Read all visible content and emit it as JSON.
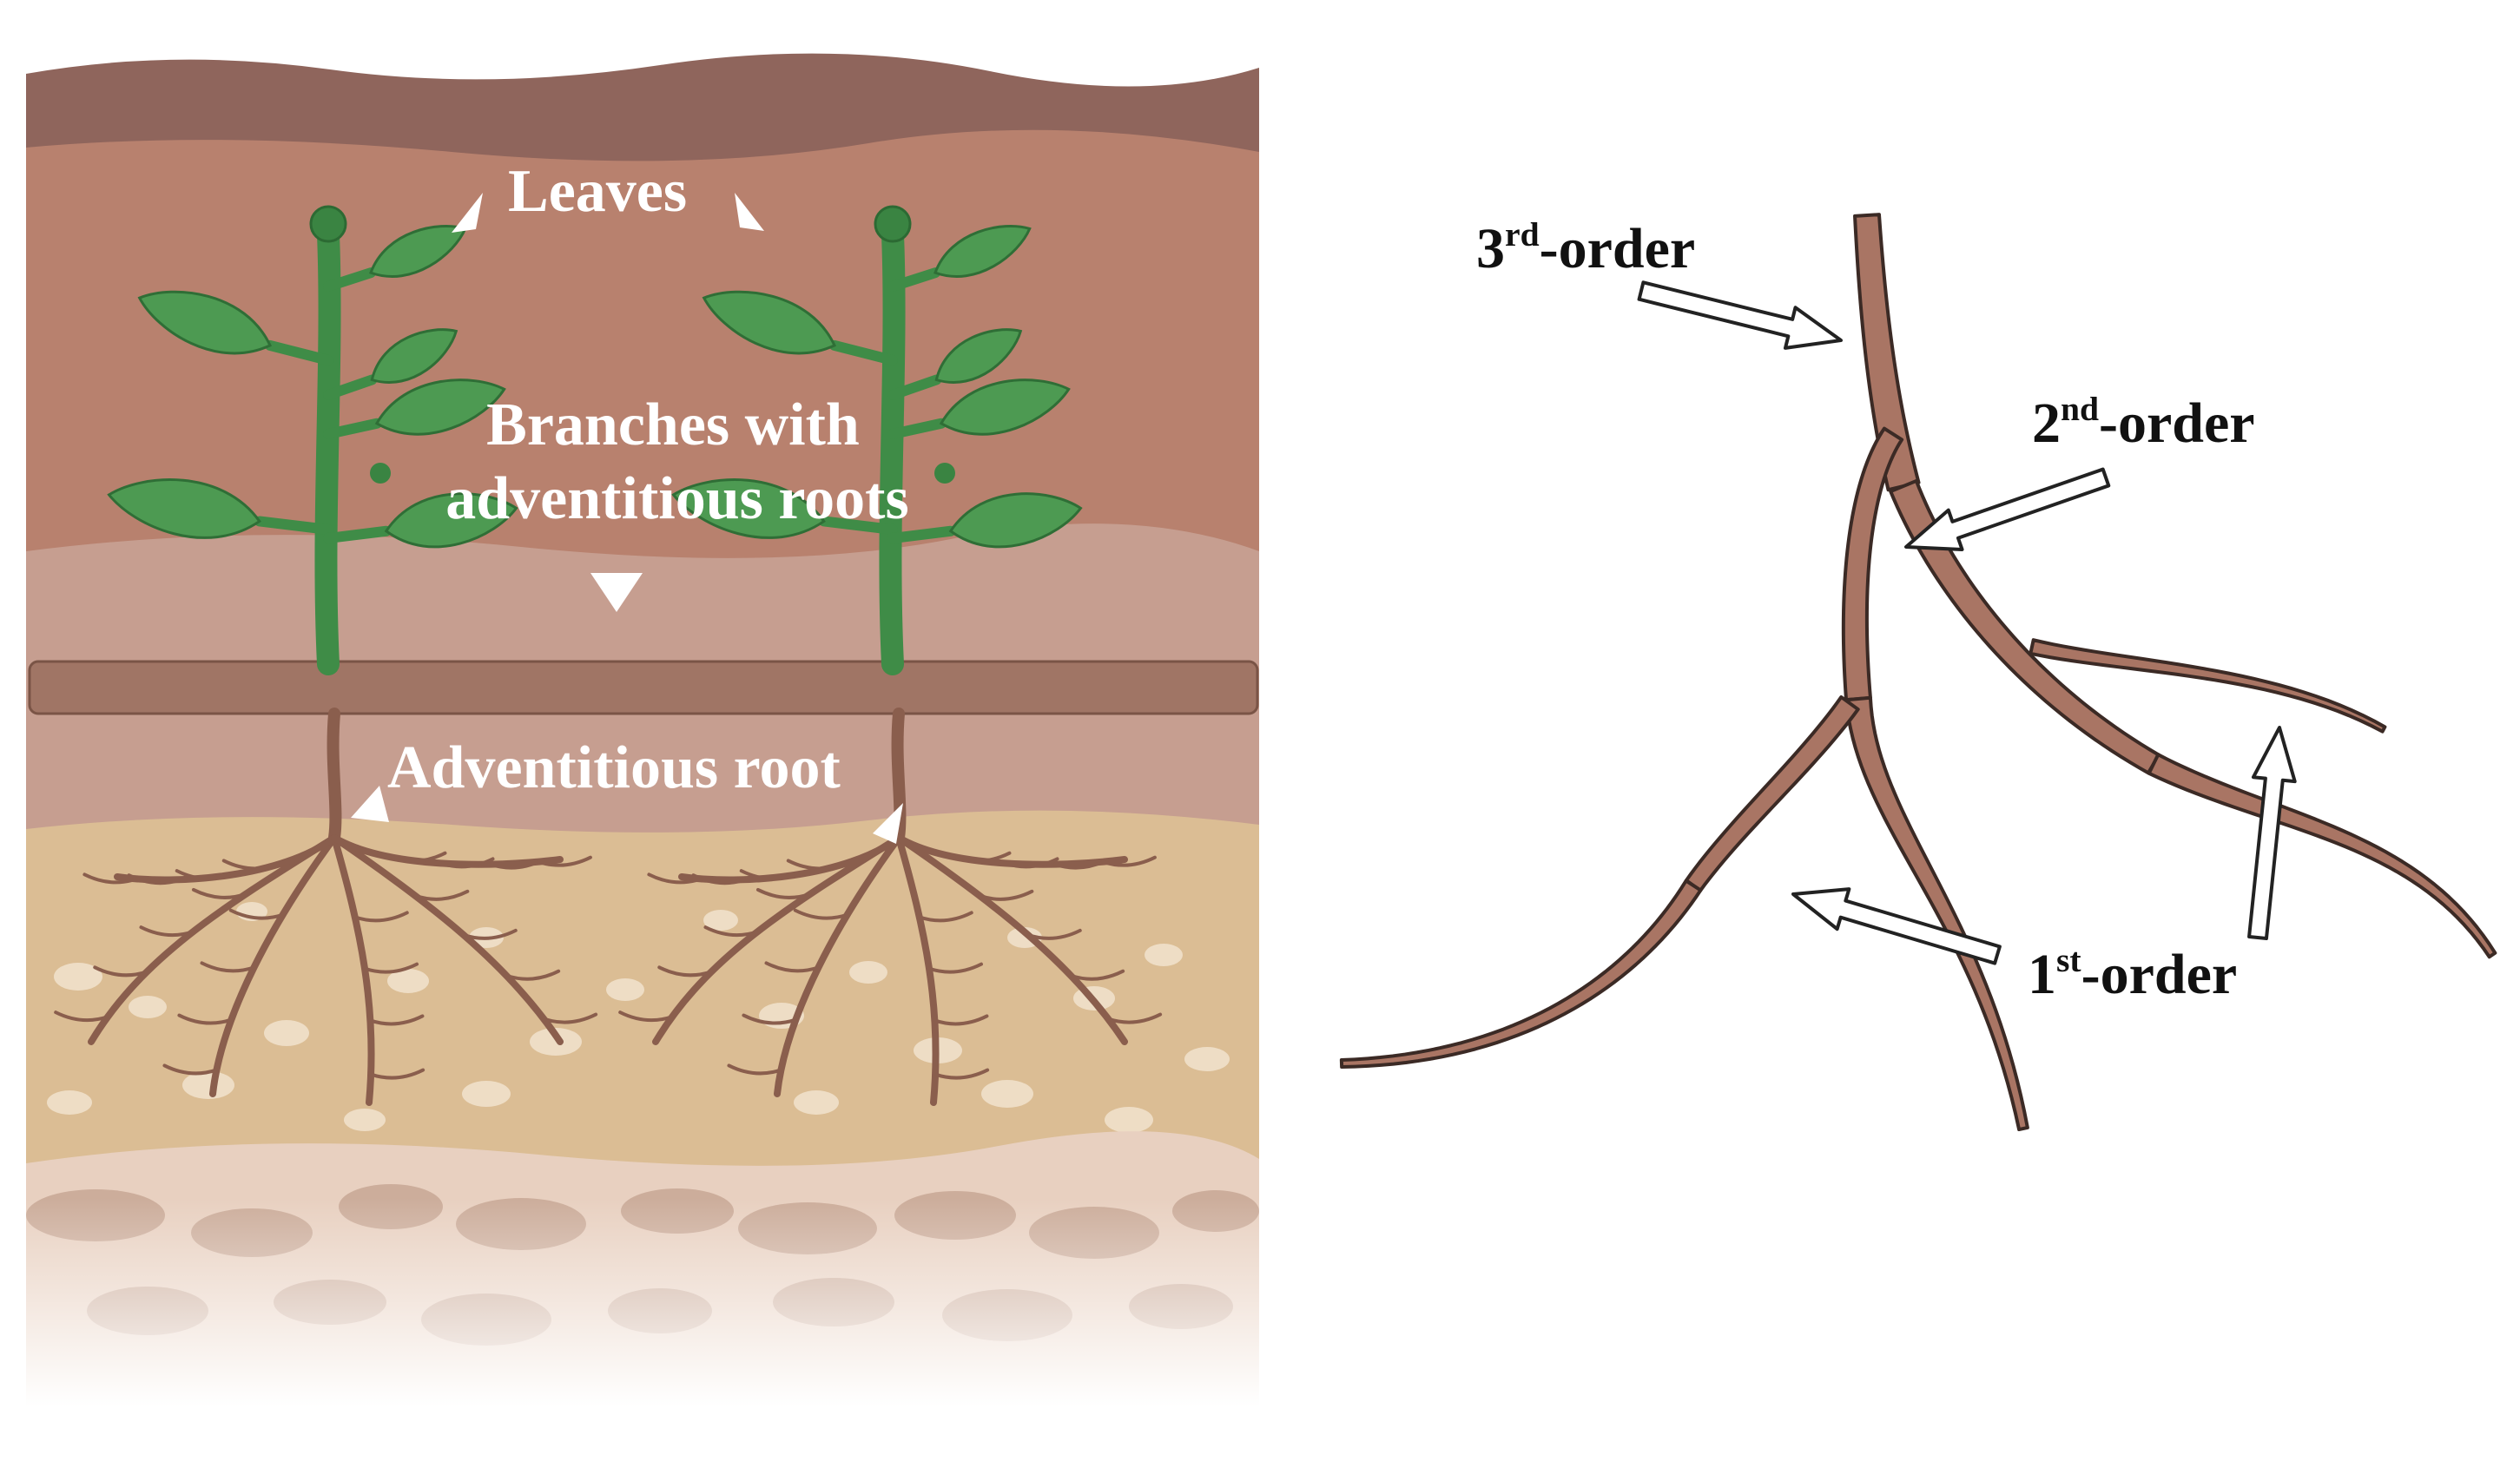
{
  "left_panel": {
    "labels": {
      "leaves": "Leaves",
      "branches_line1": "Branches with",
      "branches_line2": "adventitious roots",
      "adventitious_root": "Adventitious root"
    },
    "colors": {
      "top_soil": "#8f655c",
      "upper_soil": "#b8816e",
      "middle_soil": "#c69e90",
      "sandy_soil": "#dbbd94",
      "deep_soil": "#e8d0c0",
      "branch_bar": "#a07565",
      "plant_green": "#3f8c47",
      "leaf_green": "#4d9a52",
      "root_brown": "#8a5e4d"
    }
  },
  "right_panel": {
    "labels": {
      "third": {
        "num": "3",
        "sup": "rd",
        "suffix": "-order"
      },
      "second": {
        "num": "2",
        "sup": "nd",
        "suffix": "-order"
      },
      "first": {
        "num": "1",
        "sup": "st",
        "suffix": "-order"
      }
    },
    "colors": {
      "root_fill": "#a97564",
      "root_outline": "#3b2a25"
    }
  }
}
